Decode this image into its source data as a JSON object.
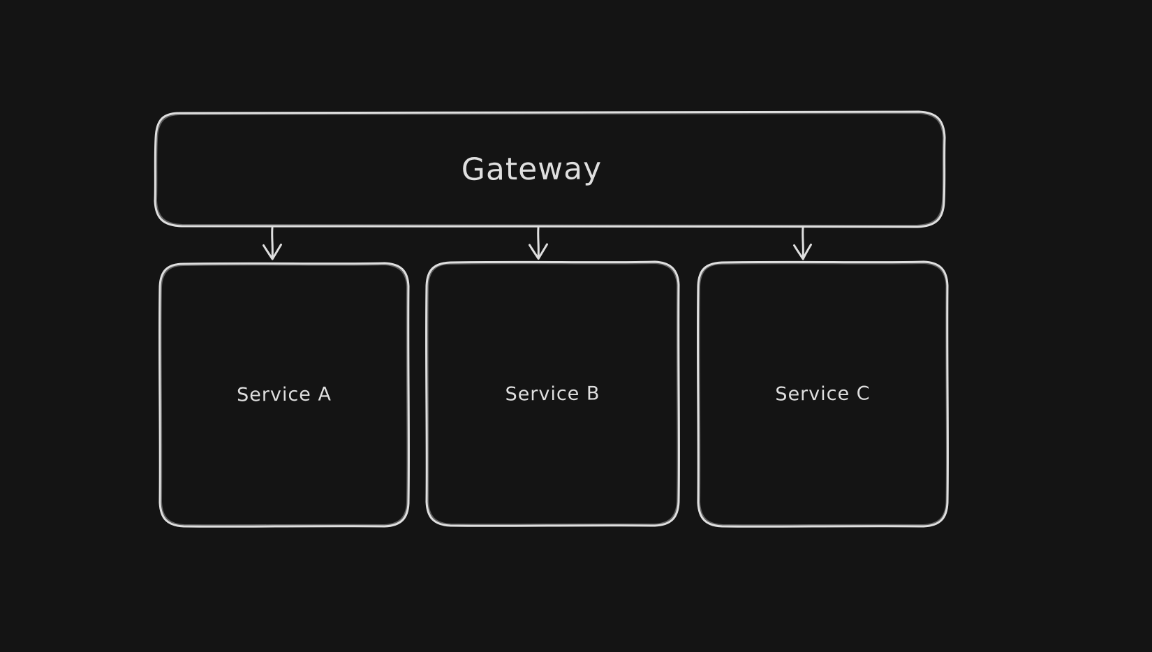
{
  "diagram": {
    "background_color": "#141414",
    "stroke_color": "#dfdfdf",
    "style": "hand-drawn-sketch",
    "nodes": [
      {
        "id": "gateway",
        "label": "Gateway"
      },
      {
        "id": "service-a",
        "label": "Service A"
      },
      {
        "id": "service-b",
        "label": "Service B"
      },
      {
        "id": "service-c",
        "label": "Service C"
      }
    ],
    "edges": [
      {
        "from": "gateway",
        "to": "service-a",
        "direction": "down"
      },
      {
        "from": "gateway",
        "to": "service-b",
        "direction": "down"
      },
      {
        "from": "gateway",
        "to": "service-c",
        "direction": "down"
      }
    ]
  }
}
